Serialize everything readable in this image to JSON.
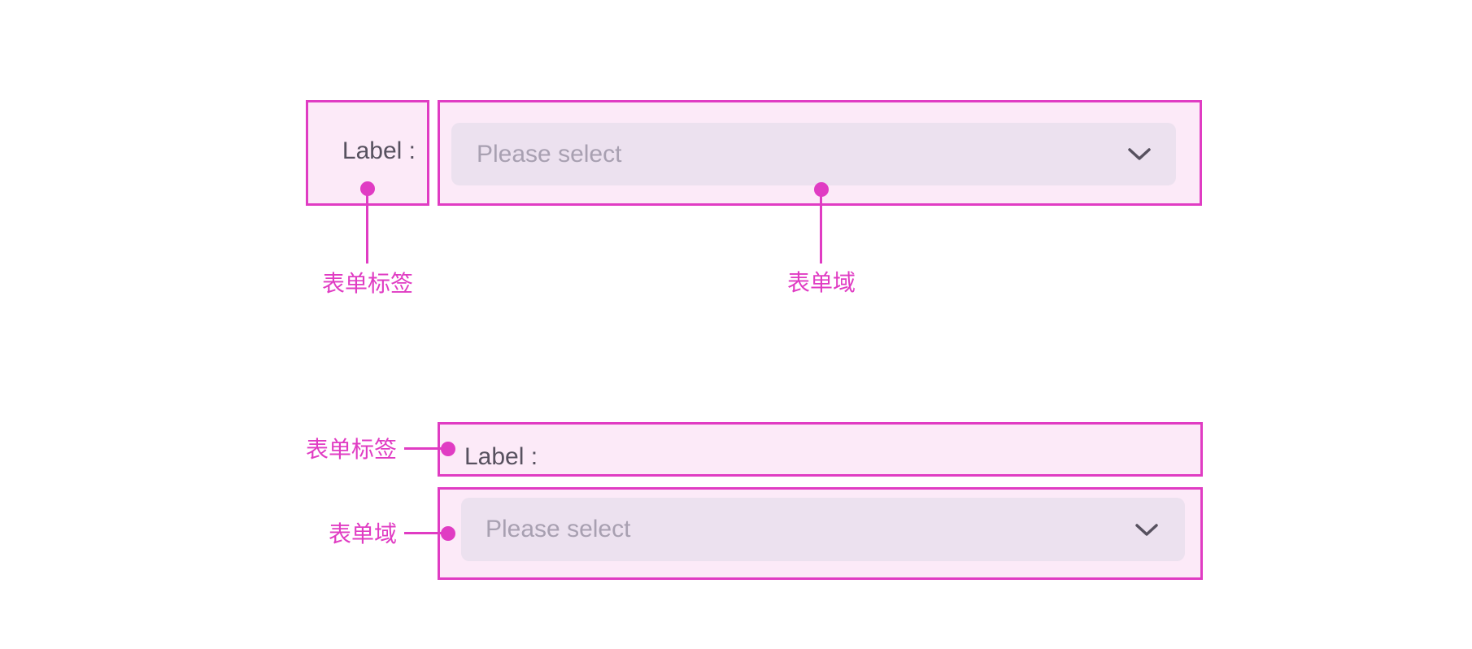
{
  "colors": {
    "annotation": "#e03cc3",
    "box_fill": "#fceaf8",
    "field_fill": "#ece1ef",
    "label_text": "#57515f",
    "placeholder_text": "#a8a0b1",
    "chevron": "#57515f"
  },
  "horizontal_form": {
    "label_box": {
      "text": "Label :"
    },
    "select_field": {
      "placeholder": "Please select",
      "icon": "chevron-down"
    },
    "callouts": {
      "label": "表单标签",
      "field": "表单域"
    }
  },
  "vertical_form": {
    "label_box": {
      "text": "Label :"
    },
    "select_field": {
      "placeholder": "Please select",
      "icon": "chevron-down"
    },
    "callouts": {
      "label": "表单标签",
      "field": "表单域"
    }
  }
}
